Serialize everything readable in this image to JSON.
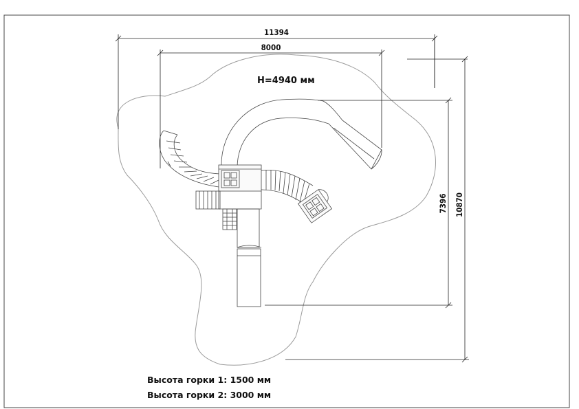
{
  "dimensions": {
    "overall_width": "11394",
    "inner_width": "8000",
    "overall_height": "10870",
    "inner_height": "7396"
  },
  "height_label": "H=4940 мм",
  "notes": [
    "Высота горки 1: 1500 мм",
    "Высота горки 2: 3000 мм"
  ],
  "colors": {
    "line": "#222222",
    "zone": "#9a9a9a",
    "frame": "#444444"
  }
}
